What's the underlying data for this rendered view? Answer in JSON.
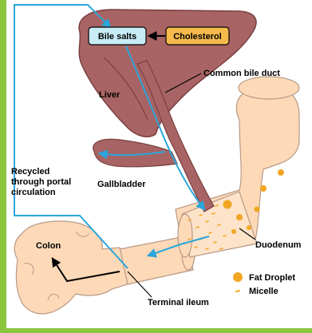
{
  "colors": {
    "border": "#8cc63f",
    "liver": "#a86464",
    "liver_dark": "#7a3f3f",
    "intestine": "#fdd9b8",
    "intestine_stroke": "#b89a86",
    "flow_line": "#2aa6dc",
    "bile_salts_box": "#c8ecf5",
    "cholesterol_box": "#f6b94c",
    "fat_droplet": "#f2a622",
    "micelle": "#f2a622"
  },
  "labels": {
    "bile_salts": "Bile salts",
    "cholesterol": "Cholesterol",
    "common_bile_duct": "Common bile duct",
    "liver": "Liver",
    "recycled_line1": "Recycled",
    "recycled_line2": "through portal",
    "recycled_line3": "circulation",
    "gallbladder": "Gallbladder",
    "duodenum": "Duodenum",
    "colon": "Colon",
    "terminal_ileum": "Terminal ileum"
  },
  "legend": {
    "fat_droplet": "Fat Droplet",
    "micelle": "Micelle"
  },
  "icons": {
    "fat_droplet": "filled-orange-circle",
    "micelle": "small-orange-dash"
  }
}
